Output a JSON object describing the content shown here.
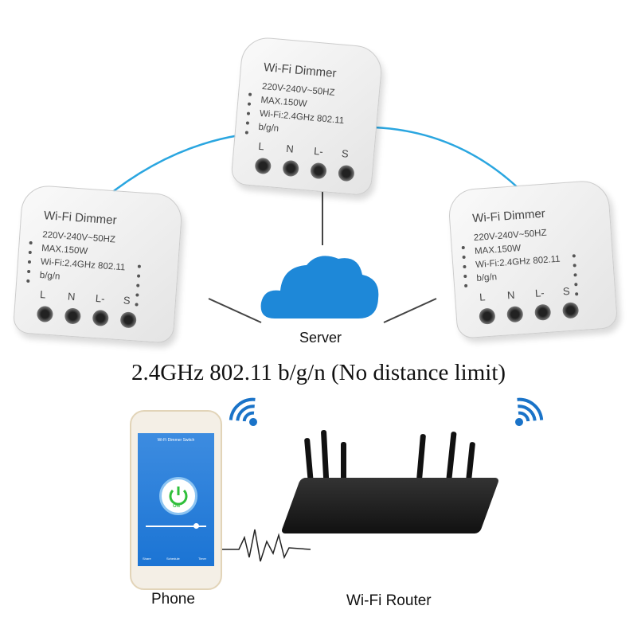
{
  "devices": [
    {
      "title": "Wi-Fi  Dimmer",
      "voltage": "220V-240V~50HZ",
      "power": "MAX.150W",
      "wifi": "Wi-Fi:2.4GHz 802.11",
      "wifi2": "b/g/n",
      "terminals": [
        "L",
        "N",
        "L-",
        "S"
      ]
    },
    {
      "title": "Wi-Fi  Dimmer",
      "voltage": "220V-240V~50HZ",
      "power": "MAX.150W",
      "wifi": "Wi-Fi:2.4GHz 802.11",
      "wifi2": "b/g/n",
      "terminals": [
        "L",
        "N",
        "L-",
        "S"
      ]
    },
    {
      "title": "Wi-Fi  Dimmer",
      "voltage": "220V-240V~50HZ",
      "power": "MAX.150W",
      "wifi": "Wi-Fi:2.4GHz 802.11",
      "wifi2": "b/g/n",
      "terminals": [
        "L",
        "N",
        "L-",
        "S"
      ]
    }
  ],
  "server_label": "Server",
  "caption": "2.4GHz 802.11 b/g/n (No distance limit)",
  "phone": {
    "label": "Phone",
    "app_title": "Wi-Fi Dimmer Switch",
    "state": "ON",
    "buttons": [
      "Share",
      "Schedule",
      "Timer"
    ]
  },
  "router_label": "Wi-Fi Router",
  "colors": {
    "link": "#2aa6e0",
    "cloud": "#1e88d8",
    "wifi_icon": "#1a73c8"
  }
}
